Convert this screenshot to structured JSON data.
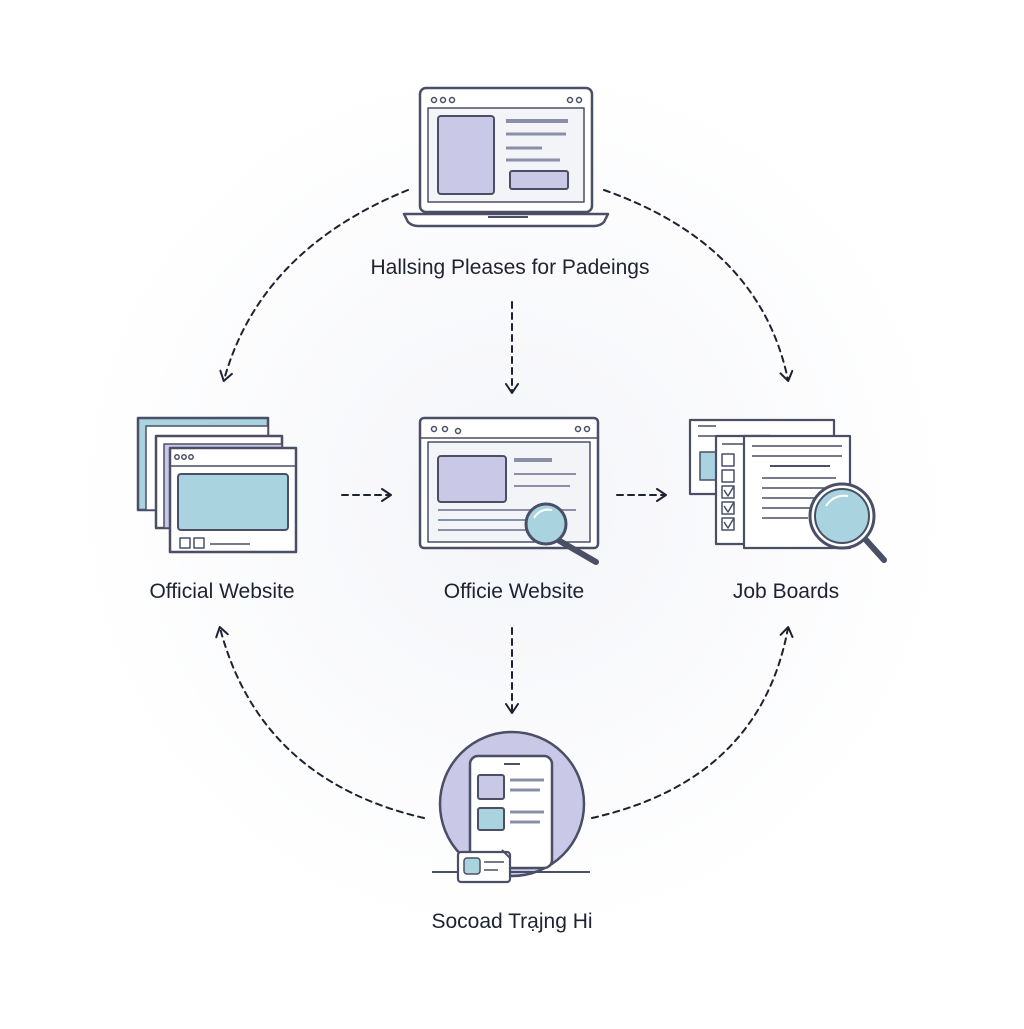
{
  "colors": {
    "stroke": "#4a4f66",
    "lavender": "#c9c8e6",
    "light_blue": "#a9d3df",
    "panel": "#f3f4f8",
    "arrow": "#1e2130"
  },
  "nodes": {
    "top": {
      "label": "Hallsing Pleases for Padeings",
      "icon": "laptop-icon"
    },
    "left": {
      "label": "Official Website",
      "icon": "stacked-browser-windows-icon"
    },
    "center": {
      "label": "Officie Website",
      "icon": "browser-magnifier-icon"
    },
    "right": {
      "label": "Job Boards",
      "icon": "job-board-documents-icon"
    },
    "bottom": {
      "label": "Socoad Trạjng Hi",
      "icon": "mobile-profile-card-icon"
    }
  }
}
